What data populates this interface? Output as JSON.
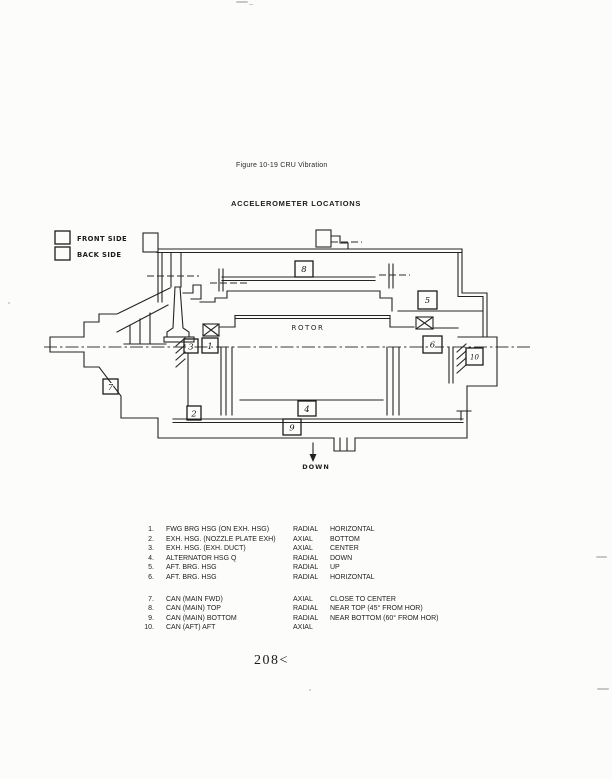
{
  "page": {
    "figure_caption": "Figure 10-19   CRU Vibration",
    "diagram_title": "ACCELEROMETER LOCATIONS",
    "page_number": "208<"
  },
  "legend": {
    "front": "FRONT SIDE",
    "back": "BACK SIDE"
  },
  "diagram": {
    "rotor_label": "ROTOR",
    "down_label": "DOWN",
    "markers": [
      "1",
      "2",
      "3",
      "4",
      "5",
      "6",
      "7",
      "8",
      "9",
      "10"
    ]
  },
  "locations": {
    "items": [
      {
        "num": "1.",
        "label": "FWG BRG HSG (ON EXH. HSG)",
        "dir": "RADIAL",
        "pos": "HORIZONTAL"
      },
      {
        "num": "2.",
        "label": "EXH. HSG. (NOZZLE PLATE EXH)",
        "dir": "AXIAL",
        "pos": "BOTTOM"
      },
      {
        "num": "3.",
        "label": "EXH. HSG. (EXH. DUCT)",
        "dir": "AXIAL",
        "pos": "CENTER"
      },
      {
        "num": "4.",
        "label": "ALTERNATOR HSG Q",
        "dir": "RADIAL",
        "pos": "DOWN"
      },
      {
        "num": "5.",
        "label": "AFT. BRG. HSG",
        "dir": "RADIAL",
        "pos": "UP"
      },
      {
        "num": "6.",
        "label": "AFT. BRG. HSG",
        "dir": "RADIAL",
        "pos": "HORIZONTAL"
      },
      {
        "num": "7.",
        "label": "CAN (MAIN FWD)",
        "dir": "AXIAL",
        "pos": "CLOSE TO CENTER"
      },
      {
        "num": "8.",
        "label": "CAN (MAIN) TOP",
        "dir": "RADIAL",
        "pos": "NEAR TOP (45° FROM HOR)"
      },
      {
        "num": "9.",
        "label": "CAN (MAIN) BOTTOM",
        "dir": "RADIAL",
        "pos": "NEAR BOTTOM (60° FROM HOR)"
      },
      {
        "num": "10.",
        "label": "CAN (AFT) AFT",
        "dir": "AXIAL",
        "pos": ""
      }
    ]
  }
}
